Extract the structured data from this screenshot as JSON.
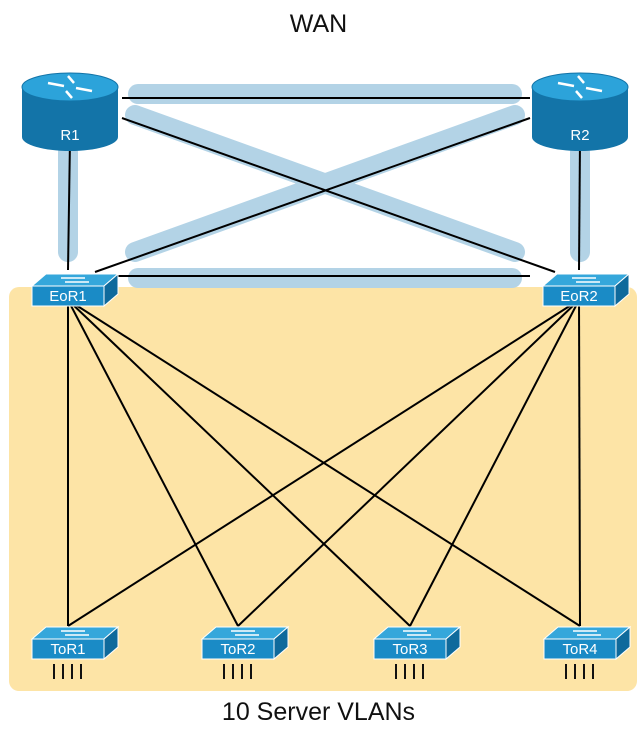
{
  "diagram": {
    "top_label": "WAN",
    "bottom_label": "10 Server VLANs",
    "colors": {
      "zone_fill": "#fde4a6",
      "router_fill": "#1e8fc8",
      "switch_fill": "#1e8fc8",
      "link_color": "#000000",
      "highlight_color": "#b3d3e6"
    },
    "routers": [
      {
        "id": "R1",
        "label": "R1"
      },
      {
        "id": "R2",
        "label": "R2"
      }
    ],
    "eor_switches": [
      {
        "id": "EoR1",
        "label": "EoR1"
      },
      {
        "id": "EoR2",
        "label": "EoR2"
      }
    ],
    "tor_switches": [
      {
        "id": "ToR1",
        "label": "ToR1"
      },
      {
        "id": "ToR2",
        "label": "ToR2"
      },
      {
        "id": "ToR3",
        "label": "ToR3"
      },
      {
        "id": "ToR4",
        "label": "ToR4"
      }
    ],
    "links": [
      [
        "R1",
        "R2"
      ],
      [
        "R1",
        "EoR1"
      ],
      [
        "R1",
        "EoR2"
      ],
      [
        "R2",
        "EoR2"
      ],
      [
        "R2",
        "EoR1"
      ],
      [
        "EoR1",
        "EoR2"
      ],
      [
        "EoR1",
        "ToR1"
      ],
      [
        "EoR1",
        "ToR2"
      ],
      [
        "EoR1",
        "ToR3"
      ],
      [
        "EoR1",
        "ToR4"
      ],
      [
        "EoR2",
        "ToR1"
      ],
      [
        "EoR2",
        "ToR2"
      ],
      [
        "EoR2",
        "ToR3"
      ],
      [
        "EoR2",
        "ToR4"
      ]
    ]
  }
}
